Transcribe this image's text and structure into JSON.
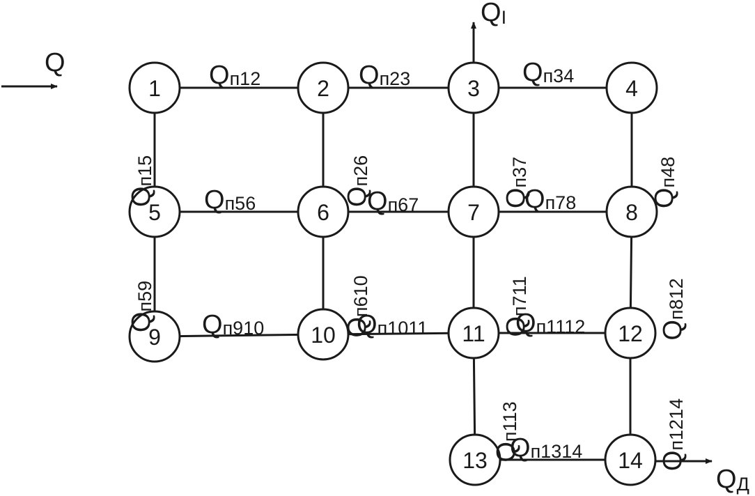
{
  "nodes": [
    {
      "id": "1",
      "label": "1"
    },
    {
      "id": "2",
      "label": "2"
    },
    {
      "id": "3",
      "label": "3"
    },
    {
      "id": "4",
      "label": "4"
    },
    {
      "id": "5",
      "label": "5"
    },
    {
      "id": "6",
      "label": "6"
    },
    {
      "id": "7",
      "label": "7"
    },
    {
      "id": "8",
      "label": "8"
    },
    {
      "id": "9",
      "label": "9"
    },
    {
      "id": "10",
      "label": "10"
    },
    {
      "id": "11",
      "label": "11"
    },
    {
      "id": "12",
      "label": "12"
    },
    {
      "id": "13",
      "label": "13"
    },
    {
      "id": "14",
      "label": "14"
    }
  ],
  "edges": [
    {
      "from": "1",
      "to": "2",
      "main": "Q",
      "sub": "п12"
    },
    {
      "from": "2",
      "to": "3",
      "main": "Q",
      "sub": "п23"
    },
    {
      "from": "3",
      "to": "4",
      "main": "Q",
      "sub": "п34"
    },
    {
      "from": "1",
      "to": "5",
      "main": "Q",
      "sub": "п15"
    },
    {
      "from": "2",
      "to": "6",
      "main": "Q",
      "sub": "п26"
    },
    {
      "from": "3",
      "to": "7",
      "main": "Q",
      "sub": "п37"
    },
    {
      "from": "4",
      "to": "8",
      "main": "Q",
      "sub": "п48"
    },
    {
      "from": "5",
      "to": "6",
      "main": "Q",
      "sub": "п56"
    },
    {
      "from": "6",
      "to": "7",
      "main": "Q",
      "sub": "п67"
    },
    {
      "from": "7",
      "to": "8",
      "main": "Q",
      "sub": "п78"
    },
    {
      "from": "5",
      "to": "9",
      "main": "Q",
      "sub": "п59"
    },
    {
      "from": "6",
      "to": "10",
      "main": "Q",
      "sub": "п610"
    },
    {
      "from": "7",
      "to": "11",
      "main": "Q",
      "sub": "п711"
    },
    {
      "from": "8",
      "to": "12",
      "main": "Q",
      "sub": "п812"
    },
    {
      "from": "9",
      "to": "10",
      "main": "Q",
      "sub": "п910"
    },
    {
      "from": "10",
      "to": "11",
      "main": "Q",
      "sub": "п1011"
    },
    {
      "from": "11",
      "to": "12",
      "main": "Q",
      "sub": "п1112"
    },
    {
      "from": "11",
      "to": "13",
      "main": "Q",
      "sub": "п113"
    },
    {
      "from": "12",
      "to": "14",
      "main": "Q",
      "sub": "п1214"
    },
    {
      "from": "13",
      "to": "14",
      "main": "Q",
      "sub": "п1314"
    }
  ],
  "flows": [
    {
      "id": "input",
      "node": "1",
      "main": "Q",
      "sub": ""
    },
    {
      "id": "outlet-3",
      "node": "3",
      "main": "Q",
      "sub": "I"
    },
    {
      "id": "outlet-14",
      "node": "14",
      "main": "Q",
      "sub": "Д"
    }
  ]
}
